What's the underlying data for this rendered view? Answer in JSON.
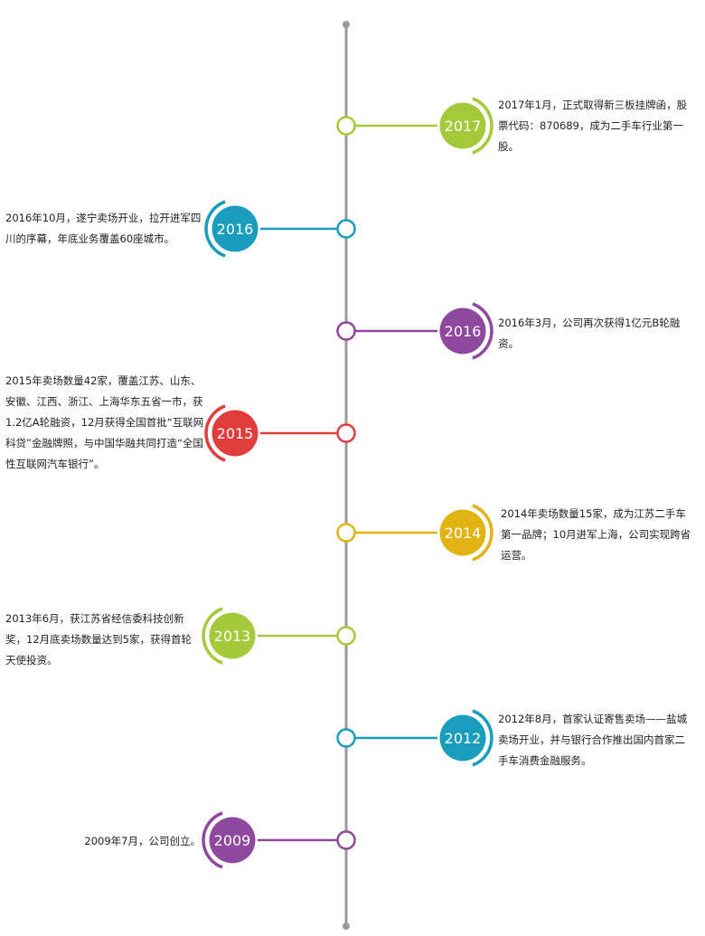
{
  "timeline": {
    "line_color": "#9a9a9a",
    "events": [
      {
        "year": "2017",
        "side": "right",
        "color": "#a4c93a",
        "text": "2017年1月，正式取得新三板挂牌函，股票代码：870689，成为二手车行业第一股。"
      },
      {
        "year": "2016",
        "side": "left",
        "color": "#1a9cbc",
        "text": "2016年10月，遂宁卖场开业，拉开进军四川的序幕，年底业务覆盖60座城市。"
      },
      {
        "year": "2016",
        "side": "right",
        "color": "#8e489d",
        "text": "2016年3月，公司再次获得1亿元B轮融资。"
      },
      {
        "year": "2015",
        "side": "left",
        "color": "#e23d3d",
        "text": "2015年卖场数量42家，覆盖江苏、山东、安徽、江西、浙江、上海华东五省一市，获1.2亿A轮融资，12月获得全国首批“互联网科贷”金融牌照，与中国华融共同打造“全国性互联网汽车银行”。"
      },
      {
        "year": "2014",
        "side": "right",
        "color": "#e2b413",
        "text": "2014年卖场数量15家，成为江苏二手车第一品牌；10月进军上海，公司实现跨省运营。"
      },
      {
        "year": "2013",
        "side": "left",
        "color": "#a4c93a",
        "text": "2013年6月，获江苏省经信委科技创新奖，12月底卖场数量达到5家，获得首轮天使投资。"
      },
      {
        "year": "2012",
        "side": "right",
        "color": "#1a9cbc",
        "text": "2012年8月，首家认证寄售卖场——盐城卖场开业，并与银行合作推出国内首家二手车消费金融服务。"
      },
      {
        "year": "2009",
        "side": "left",
        "color": "#8e489d",
        "text": "2009年7月，公司创立。"
      }
    ]
  }
}
